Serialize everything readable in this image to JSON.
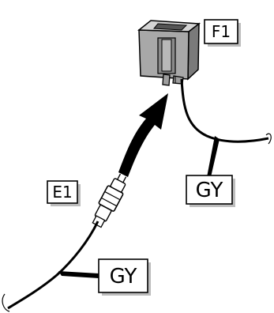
{
  "labels": {
    "fuse": "F1",
    "connector": "E1",
    "wire_color_upper": "GY",
    "wire_color_lower": "GY"
  },
  "colors": {
    "line": "#000000",
    "fuse_body": "#9e9e9e",
    "fuse_light": "#d2d2d2",
    "fuse_dark": "#6a6a6a",
    "tag_shadow": "#bdbdbd",
    "background": "#ffffff"
  },
  "icons": {
    "fuse": "fuse-holder-icon",
    "connector": "plug-connector-icon",
    "arrow": "curved-arrow-icon"
  }
}
